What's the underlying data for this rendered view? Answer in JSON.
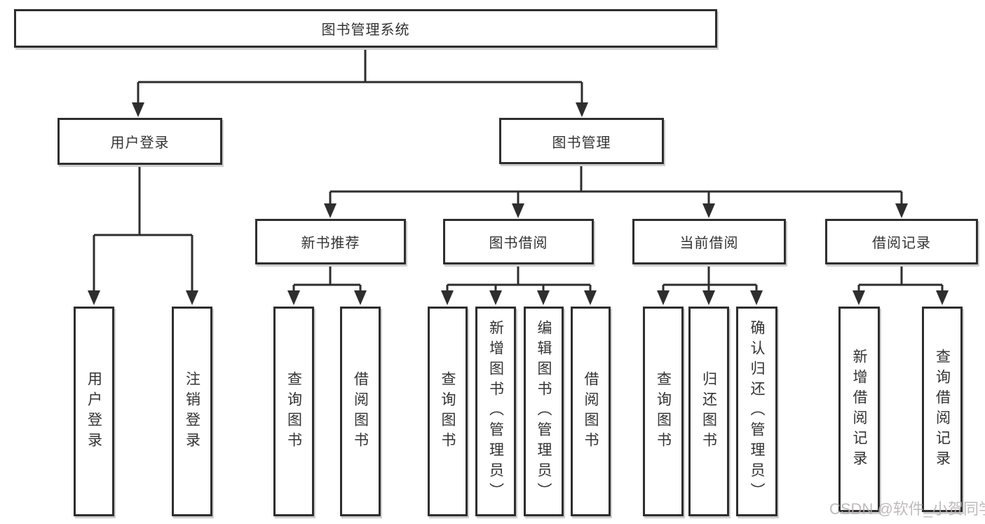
{
  "diagram": {
    "root": {
      "label": "图书管理系统"
    },
    "branches": [
      {
        "label": "用户登录",
        "children": [
          {
            "label": "用户登录"
          },
          {
            "label": "注销登录"
          }
        ]
      },
      {
        "label": "图书管理",
        "children": [
          {
            "label": "新书推荐",
            "children": [
              {
                "label": "查询图书"
              },
              {
                "label": "借阅图书"
              }
            ]
          },
          {
            "label": "图书借阅",
            "children": [
              {
                "label": "查询图书"
              },
              {
                "label": "新增图书（管理员）"
              },
              {
                "label": "编辑图书（管理员）"
              },
              {
                "label": "借阅图书"
              }
            ]
          },
          {
            "label": "当前借阅",
            "children": [
              {
                "label": "查询图书"
              },
              {
                "label": "归还图书"
              },
              {
                "label": "确认归还（管理员）"
              }
            ]
          },
          {
            "label": "借阅记录",
            "children": [
              {
                "label": "新增借阅记录"
              },
              {
                "label": "查询借阅记录"
              }
            ]
          }
        ]
      }
    ]
  },
  "colors": {
    "line": "#2e2e2e",
    "box_border": "#2e2e2e",
    "text": "#333333",
    "watermark": "#b5b0b0"
  },
  "watermark": {
    "text": "CSDN @软件_小贺同学"
  }
}
